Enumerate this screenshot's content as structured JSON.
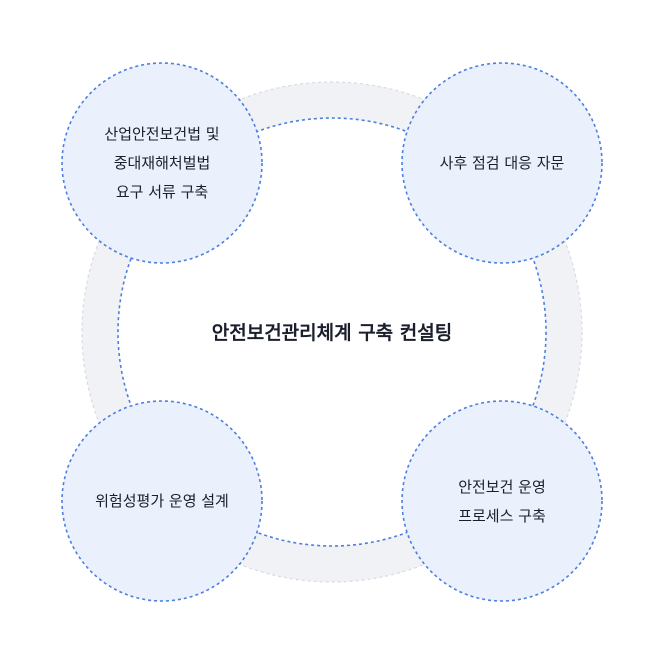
{
  "center": {
    "label": "안전보건관리체계 구축 컨설팅"
  },
  "nodes": [
    {
      "id": "top-left",
      "lines": [
        "산업안전보건법 및",
        "중대재해처벌법",
        "요구 서류 구축"
      ]
    },
    {
      "id": "top-right",
      "lines": [
        "사후 점검 대응 자문"
      ]
    },
    {
      "id": "bottom-left",
      "lines": [
        "위험성평가 운영 설계"
      ]
    },
    {
      "id": "bottom-right",
      "lines": [
        "안전보건 운영",
        "프로세스 구축"
      ]
    }
  ],
  "colors": {
    "ring": "#f1f2f5",
    "ring_dash": "#d9dbe0",
    "inner_dash": "#4d7fe0",
    "node_fill": "#eaf0fc",
    "node_stroke": "#4d7fe0",
    "text": "#1a1f2c"
  }
}
